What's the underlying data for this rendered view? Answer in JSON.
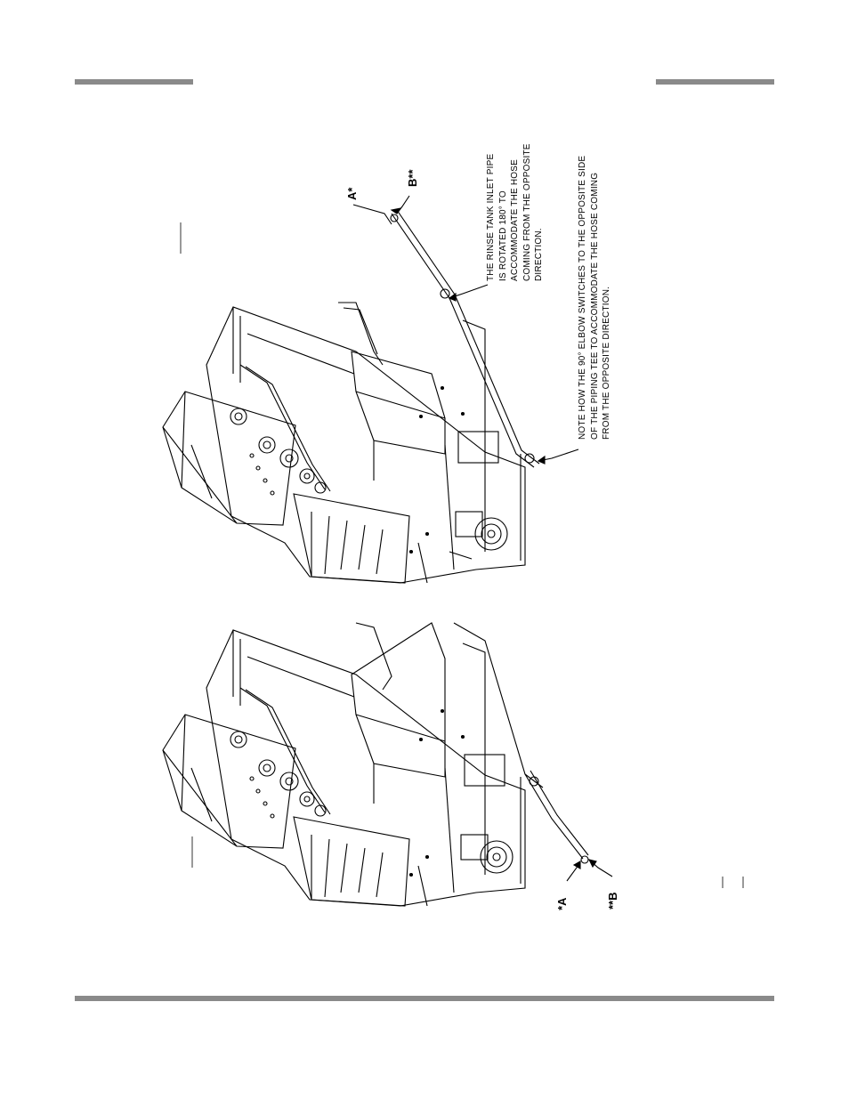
{
  "notes": {
    "rinse_pipe": {
      "lines": [
        "THE RINSE TANK INLET PIPE",
        "IS ROTATED 180° TO",
        "ACCOMMODATE THE HOSE",
        "COMING FROM THE OPPOSITE",
        "DIRECTION."
      ]
    },
    "elbow": {
      "lines": [
        "NOTE HOW THE 90° ELBOW SWITCHES TO THE OPPOSITE SIDE",
        "OF THE PIPING TEE TO ACCOMMODATE THE HOSE COMING",
        "FROM THE OPPOSITE DIRECTION."
      ]
    }
  },
  "labels": {
    "upper_a": "A*",
    "upper_b": "B**",
    "lower_a": "*A",
    "lower_b": "**B"
  },
  "colors": {
    "rule": "#8a8a8a",
    "line": "#000000"
  }
}
